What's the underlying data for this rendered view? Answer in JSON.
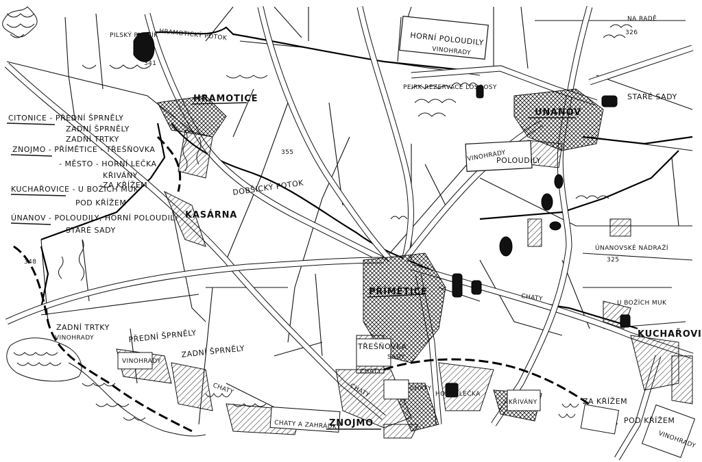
{
  "labels": {
    "hramotice": "HRAMOTICE",
    "hramoticky_potok": "HRAMOTICKÝ POTOK",
    "pilsky_rybnik": "PILSKÝ RYBNÍK",
    "horni_poloudily": "HORNÍ POLOUDILY",
    "vinohrady_1": "VINOHRADY",
    "peirk_rezervace": "PEIRK REZERVACE LOSOOSY",
    "unanov": "ÚNANOV",
    "stare_sady": "STARÉ SADY",
    "na_rade": "NA RADĚ",
    "elev_326": "326",
    "poloudily": "POLOUDILY",
    "vinohrady_2": "VINOHRADY",
    "elev_355": "355",
    "dobsicky_potok": "DOBŠICKÝ POTOK",
    "kasarna": "KASÁRNA",
    "unanovske_nadrazi": "ÚNANOVSKÉ NÁDRAŽÍ",
    "elev_325": "325",
    "primetice": "PŘÍMĚTICE",
    "chaty_1": "CHATY",
    "u_bozich_muk": "U BOŽÍCH MUK",
    "kucharovice": "KUCHAŘOVICE",
    "elev_348": "348",
    "elev_341": "341",
    "zadni_trtky": "ZADNÍ TRTKY",
    "vinohrady_3": "VINOHRADY",
    "predni_sprnely": "PŘEDNÍ ŠPRNĚLY",
    "zadni_sprnely": "ZADNÍ ŠPRNĚLY",
    "chaty_2": "CHATY",
    "chaty_3": "CHATY",
    "chaty_4": "CHATY",
    "chaty_5": "CHATY",
    "tresnovka": "TŘEŠŇOVKA",
    "sady": "SADY",
    "horni_lecka": "HORNÍ LEČKA",
    "krivany": "KŘIVÁNY",
    "chaty_zahradky": "CHATY A ZAHRÁDKY",
    "znojmo": "ZNOJMO",
    "za_krizem": "ZA KŘÍŽEM",
    "pod_krizem": "POD KŘÍŽEM",
    "vinohrady_4": "VINOHRADY",
    "vinohrady_5": "VINOHRADY"
  },
  "legend": {
    "line1": "CITONICE - PŘEDNÍ ŠPRNĚLY",
    "line2": "ZADNÍ ŠPRNĚLY",
    "line3": "ZADNÍ TRTKY",
    "line4": "ZNOJMO - PŘÍMĚTICE - TŘEŠŇOVKA",
    "line5": "- MĚSTO - HORNÍ LEČKA",
    "line6": "KŘIVÁNY",
    "line7": "ZA KŘÍŽEM",
    "line8": "KUCHAŘOVICE - U BOŽÍCH MUK",
    "line9": "POD KŘÍŽEM",
    "line10": "ÚNANOV - POLOUDILY, HORNÍ POLOUDILY",
    "line11": "STARÉ SADY"
  }
}
